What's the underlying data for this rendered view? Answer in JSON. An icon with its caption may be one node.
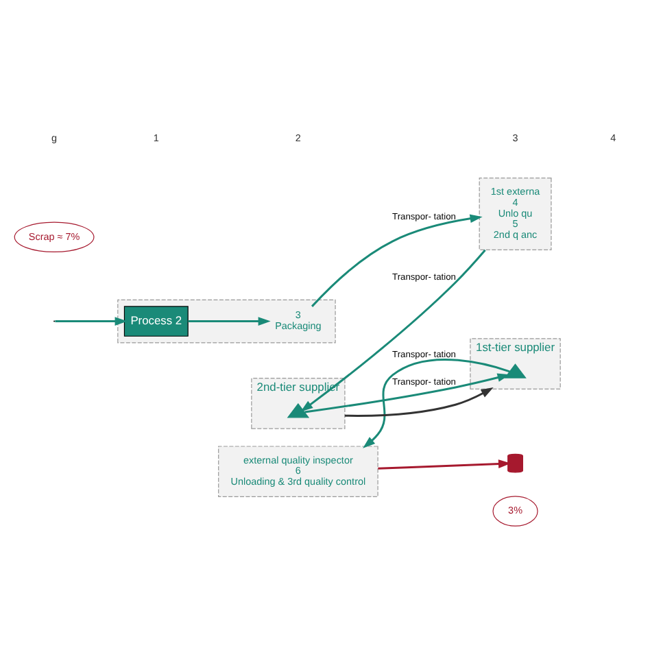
{
  "diagram": {
    "nodes": [
      {
        "text": [],
        "shape": "box"
      },
      {
        "text": [
          "Process 2"
        ],
        "in": 0
      },
      {
        "text": [
          "3",
          "Packaging"
        ],
        "in": 0
      },
      {
        "text": [
          "1st externa",
          "4",
          "Unlo qu",
          "5",
          "2nd q anc"
        ]
      },
      {
        "text": [
          "external quality inspector",
          "6",
          "Unloading & 3rd quality control"
        ]
      },
      {
        "text": [
          "1st-tier supplier"
        ]
      },
      {
        "text": [],
        "shape": "triangle",
        "in": 5
      },
      {
        "text": [
          "2nd-tier supplier"
        ]
      },
      {
        "text": [],
        "shape": "triangle",
        "in": 7
      },
      {
        "text": [
          "Scrap ≈ 7%"
        ]
      },
      {
        "text": [
          "3%"
        ]
      },
      {
        "text": [],
        "shape": "bin"
      }
    ],
    "edges": [
      {
        "from": null,
        "to": 1,
        "arrow": "to"
      },
      {
        "from": 1,
        "to": 2,
        "arrow": "to"
      },
      {
        "from": 2,
        "to": 3,
        "arrow": "to",
        "label": "Transpor- tation"
      },
      {
        "from": 3,
        "to": 8,
        "arrow": "to",
        "label": "Transpor- tation"
      },
      {
        "from": 8,
        "to": 6,
        "arrow": "to",
        "label": "Transpor- tation"
      },
      {
        "from": 6,
        "to": 4,
        "arrow": "to",
        "label": "Transpor- tation"
      },
      {
        "from": 7,
        "to": 5,
        "arrow": "to",
        "color": "#333333"
      },
      {
        "from": 4,
        "to": 11,
        "arrow": "to",
        "color": "#a6192e"
      }
    ],
    "labels": [
      "g",
      "1",
      "2",
      "3",
      "4"
    ]
  }
}
